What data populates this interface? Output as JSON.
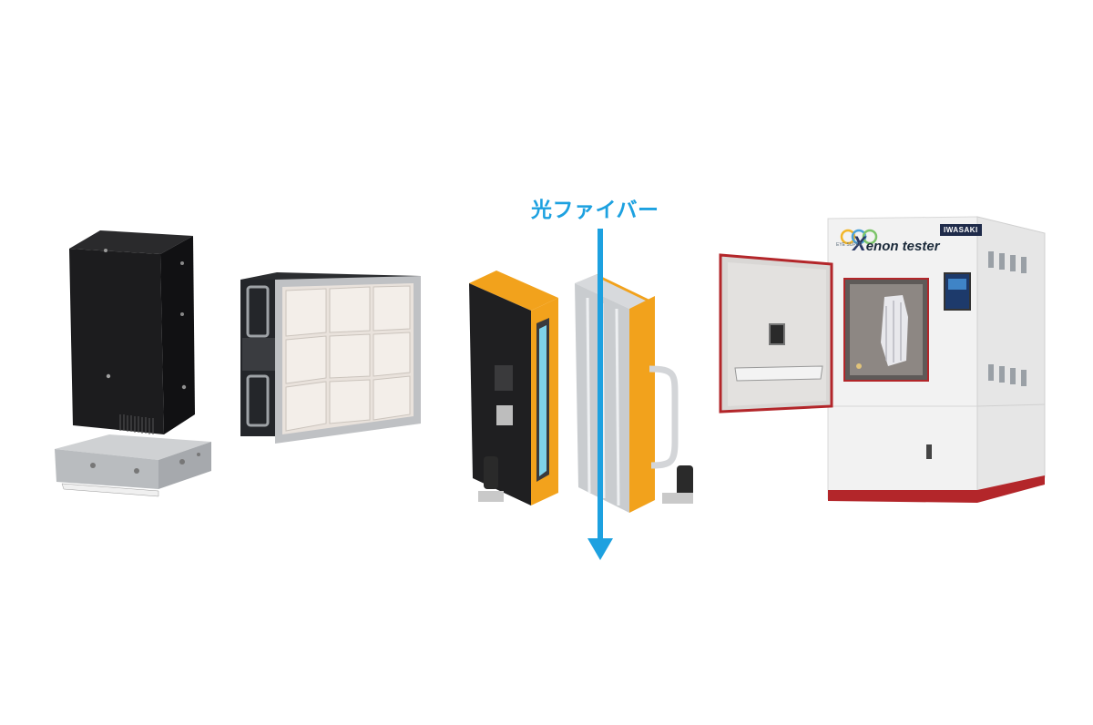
{
  "fiber_label": "光ファイバー",
  "xenon_tester": {
    "title_prefix": "X",
    "title_rest": "enon tester",
    "brand": "IWASAKI",
    "sub_logo": "EYE SUPER"
  },
  "products": [
    {
      "name": "uv-lamp-housing-tower"
    },
    {
      "name": "led-panel-array"
    },
    {
      "name": "led-line-irradiator"
    },
    {
      "name": "xenon-tester-chamber"
    }
  ],
  "colors": {
    "arrow": "#1da1e0",
    "accent_orange": "#f2a21c",
    "chamber_red": "#b3262a"
  }
}
